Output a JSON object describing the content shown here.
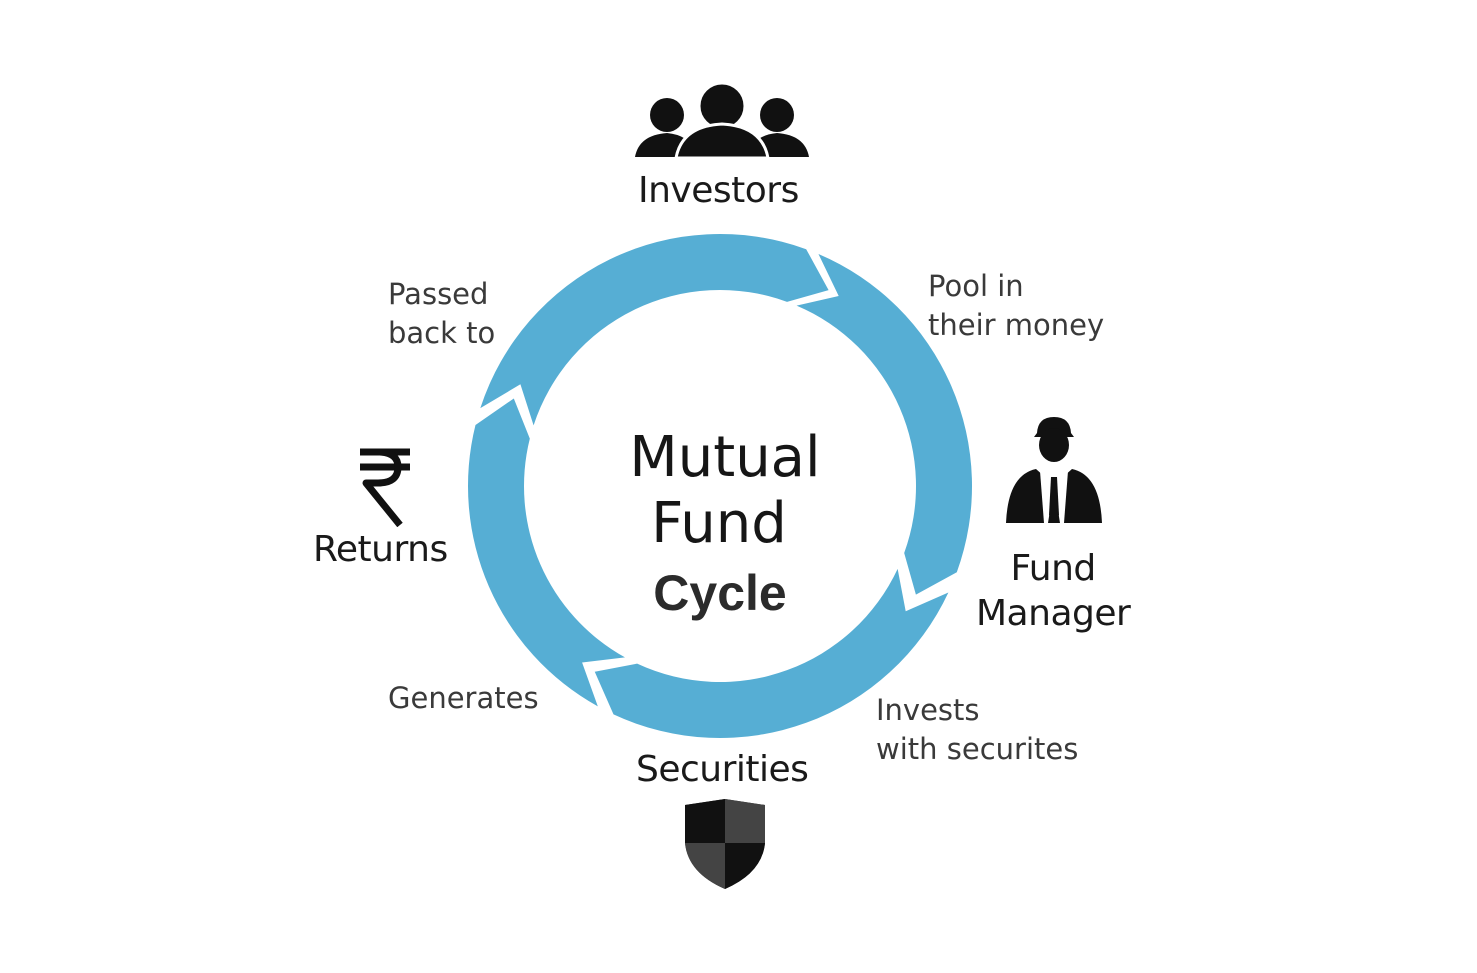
{
  "colors": {
    "ring": "#56aed4",
    "icon": "#111111",
    "shield": "#333333"
  },
  "center": {
    "title_line1": "Mutual",
    "title_line2": "Fund",
    "subtitle": "Cycle"
  },
  "nodes": {
    "investors": {
      "label": "Investors",
      "icon": "people-group-icon"
    },
    "fund_manager": {
      "label": "Fund\nManager",
      "icon": "businessman-icon"
    },
    "securities": {
      "label": "Securities",
      "icon": "shield-icon"
    },
    "returns": {
      "label": "Returns",
      "icon": "rupee-icon"
    }
  },
  "edges": {
    "pool": "Pool in\ntheir money",
    "invests": "Invests\nwith securites",
    "generates": "Generates",
    "passed": "Passed\nback to"
  }
}
